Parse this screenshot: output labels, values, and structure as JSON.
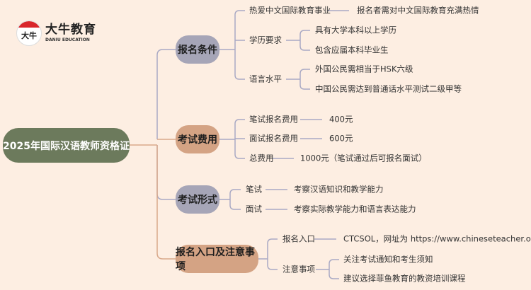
{
  "logo": {
    "mark": "大牛",
    "name": "大牛教育",
    "subtitle": "DANIU EDUCATION"
  },
  "root": "2025年国际汉语教师资格证",
  "colors": {
    "root": "#6c7a5c",
    "gray_node": "#a6a5b7",
    "tan_node": "#d4a384",
    "background": "#fdeee2"
  },
  "branches": [
    {
      "label": "报名条件",
      "children": [
        {
          "label": "热爱中文国际教育事业",
          "leaves": [
            "报名者需对中文国际教育充满热情"
          ]
        },
        {
          "label": "学历要求",
          "leaves": [
            "具有大学本科以上学历",
            "包含应届本科毕业生"
          ]
        },
        {
          "label": "语言水平",
          "leaves": [
            "外国公民需相当于HSK六级",
            "中国公民需达到普通话水平测试二级甲等"
          ]
        }
      ]
    },
    {
      "label": "考试费用",
      "children": [
        {
          "label": "笔试报名费用",
          "leaves": [
            "400元"
          ]
        },
        {
          "label": "面试报名费用",
          "leaves": [
            "600元"
          ]
        },
        {
          "label": "总费用",
          "leaves": [
            "1000元（笔试通过后可报名面试）"
          ]
        }
      ]
    },
    {
      "label": "考试形式",
      "children": [
        {
          "label": "笔试",
          "leaves": [
            "考察汉语知识和教学能力"
          ]
        },
        {
          "label": "面试",
          "leaves": [
            "考察实际教学能力和语言表达能力"
          ]
        }
      ]
    },
    {
      "label": "报名入口及注意事项",
      "children": [
        {
          "label": "报名入口",
          "leaves": [
            "CTCSOL，网址为 https://www.chineseteacher.org.cn"
          ]
        },
        {
          "label": "注意事项",
          "leaves": [
            "关注考试通知和考生须知",
            "建议选择菲鱼教育的教资培训课程"
          ]
        }
      ]
    }
  ]
}
